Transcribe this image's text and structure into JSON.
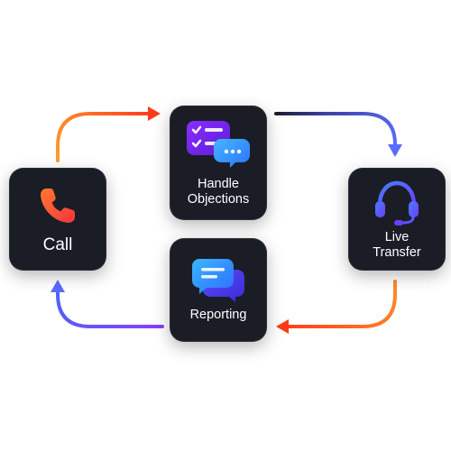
{
  "diagram": {
    "nodes": {
      "call": {
        "label": "Call",
        "icon": "phone-icon"
      },
      "handle": {
        "label": "Handle\nObjections",
        "icon": "checklist-chat-icon"
      },
      "live": {
        "label": "Live\nTransfer",
        "icon": "headset-icon"
      },
      "report": {
        "label": "Reporting",
        "icon": "message-bubbles-icon"
      }
    },
    "flow": [
      "call",
      "handle",
      "live",
      "report",
      "call"
    ]
  },
  "colors": {
    "card_bg": "#1a1d26",
    "orange": "#ff4a1f",
    "orange_light": "#ff8a2a",
    "blue": "#4f63ff",
    "purple": "#7a2cff",
    "cyan": "#3ab7ff"
  }
}
